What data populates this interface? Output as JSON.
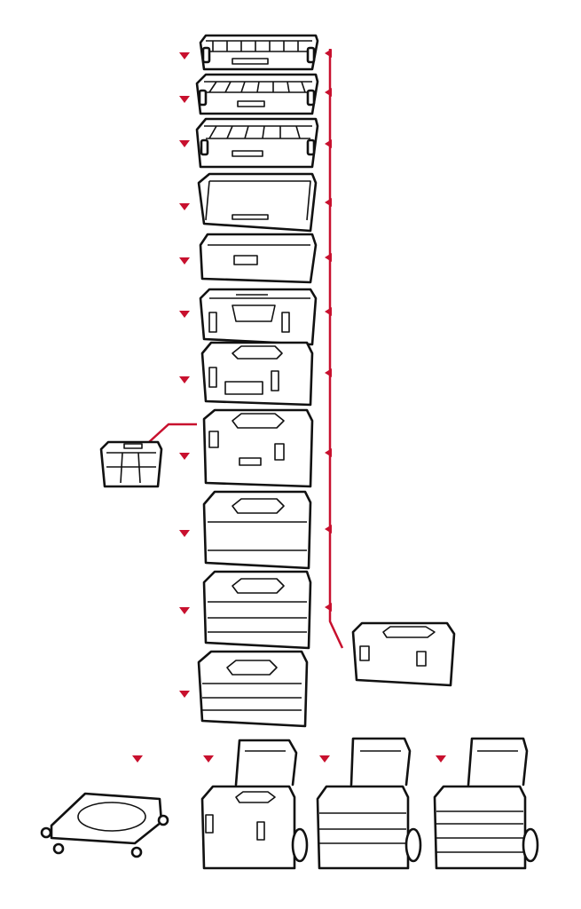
{
  "colors": {
    "accent": "#c8102e",
    "line": "#111111",
    "background": "#ffffff"
  },
  "modules": [
    {
      "id": "organizer-top",
      "kind": "organizer",
      "icon": "organizer-tray-icon"
    },
    {
      "id": "organizer-deep-1",
      "kind": "organizer",
      "icon": "organizer-tray-icon"
    },
    {
      "id": "organizer-deep-2",
      "kind": "organizer",
      "icon": "organizer-tray-icon"
    },
    {
      "id": "open-tray",
      "kind": "tray",
      "icon": "open-tray-icon"
    },
    {
      "id": "drawer-low",
      "kind": "drawer",
      "icon": "drawer-box-icon"
    },
    {
      "id": "case-small",
      "kind": "case",
      "icon": "case-icon"
    },
    {
      "id": "case-medium",
      "kind": "case",
      "icon": "case-icon"
    },
    {
      "id": "case-large",
      "kind": "case",
      "icon": "case-icon"
    },
    {
      "id": "chest-1-drawer",
      "kind": "chest",
      "icon": "toolbox-drawer-icon"
    },
    {
      "id": "chest-2-drawer",
      "kind": "chest",
      "icon": "toolbox-drawer-icon"
    },
    {
      "id": "chest-3-drawer",
      "kind": "chest",
      "icon": "toolbox-drawer-icon"
    }
  ],
  "bottom_row": [
    {
      "id": "dolly",
      "icon": "dolly-icon"
    },
    {
      "id": "trolley-case",
      "icon": "trolley-icon"
    },
    {
      "id": "trolley-2-drawer",
      "icon": "trolley-icon"
    },
    {
      "id": "trolley-3-drawer",
      "icon": "trolley-icon"
    }
  ],
  "side_items": [
    {
      "id": "mini-organizer",
      "icon": "mini-organizer-icon"
    },
    {
      "id": "long-toolbox",
      "icon": "long-toolbox-icon"
    }
  ]
}
